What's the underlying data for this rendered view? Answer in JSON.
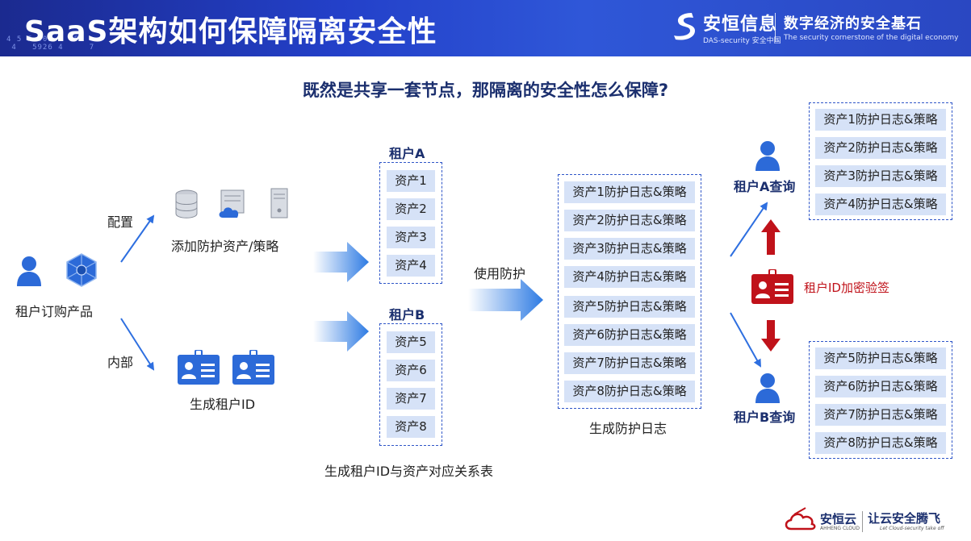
{
  "header": {
    "title": "SaaS架构如何保障隔离安全性",
    "code_lines": [
      "4 5 F D0D    F",
      " 4   5926 4     7"
    ],
    "logo_name": "安恒信息",
    "logo_sub": "DAS-security 安全中国",
    "slogan": "数字经济的安全基石",
    "slogan_en": "The security cornerstone of the digital economy"
  },
  "question": "既然是共享一套节点，那隔离的安全性怎么保障?",
  "left": {
    "buy_label": "租户订购产品",
    "config_label": "配置",
    "internal_label": "内部",
    "add_asset_label": "添加防护资产/策略",
    "gen_id_label": "生成租户ID"
  },
  "tenants": {
    "a_title": "租户A",
    "b_title": "租户B",
    "a_assets": [
      "资产1",
      "资产2",
      "资产3",
      "资产4"
    ],
    "b_assets": [
      "资产5",
      "资产6",
      "资产7",
      "资产8"
    ],
    "mapping_label": "生成租户ID与资产对应关系表"
  },
  "protect_label": "使用防护",
  "logs": {
    "items": [
      "资产1防护日志&策略",
      "资产2防护日志&策略",
      "资产3防护日志&策略",
      "资产4防护日志&策略",
      "资产5防护日志&策略",
      "资产6防护日志&策略",
      "资产7防护日志&策略",
      "资产8防护日志&策略"
    ],
    "label": "生成防护日志"
  },
  "right": {
    "a_query": "租户A查询",
    "b_query": "租户B查询",
    "verify_label": "租户ID加密验签",
    "a_items": [
      "资产1防护日志&策略",
      "资产2防护日志&策略",
      "资产3防护日志&策略",
      "资产4防护日志&策略"
    ],
    "b_items": [
      "资产5防护日志&策略",
      "资产6防护日志&策略",
      "资产7防护日志&策略",
      "资产8防护日志&策略"
    ]
  },
  "footer": {
    "brand": "安恒云",
    "brand_sub": "AHHENG CLOUD",
    "slogan": "让云安全腾飞",
    "slogan_en": "Let Cloud-security take off"
  },
  "colors": {
    "header": "#2340c9",
    "accent": "#2f56c8",
    "item_bg": "#d6e2f7",
    "red": "#c0121a"
  }
}
